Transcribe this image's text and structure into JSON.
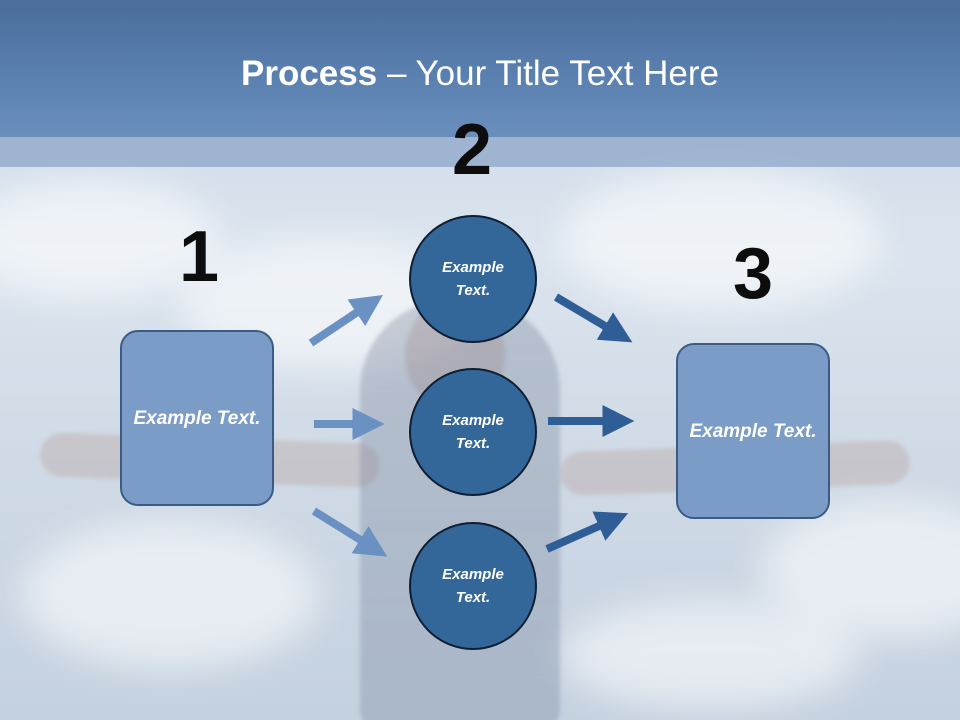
{
  "title": {
    "bold": "Process",
    "rest": " – Your Title Text Here"
  },
  "steps": [
    {
      "number": "1",
      "text": "Example Text."
    },
    {
      "number": "2",
      "text": "Example Text."
    },
    {
      "number": "3",
      "text": "Example Text."
    }
  ],
  "circles": [
    {
      "text": "Example Text."
    },
    {
      "text": "Example Text."
    },
    {
      "text": "Example Text."
    }
  ],
  "colors": {
    "header": "#5a80b0",
    "box": "#7a9cc6",
    "circle": "#336699",
    "arrow_light": "#6b91c3",
    "arrow_dark": "#2f5e96"
  }
}
